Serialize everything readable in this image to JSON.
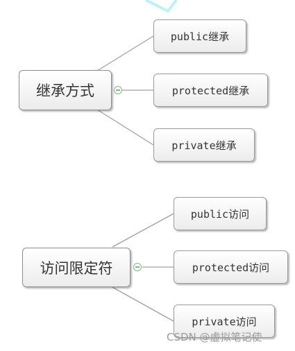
{
  "diagram": {
    "maps": [
      {
        "root": "继承方式",
        "children": [
          "public继承",
          "protected继承",
          "private继承"
        ]
      },
      {
        "root": "访问限定符",
        "children": [
          "public访问",
          "protected访问",
          "private访问"
        ]
      }
    ]
  },
  "watermark": "CSDN @虚拟笔记使",
  "colors": {
    "connector": "#a0a0a0",
    "collapse_toggle": "#7fb87f",
    "node_border": "#9a9a9a",
    "text": "#333333"
  }
}
